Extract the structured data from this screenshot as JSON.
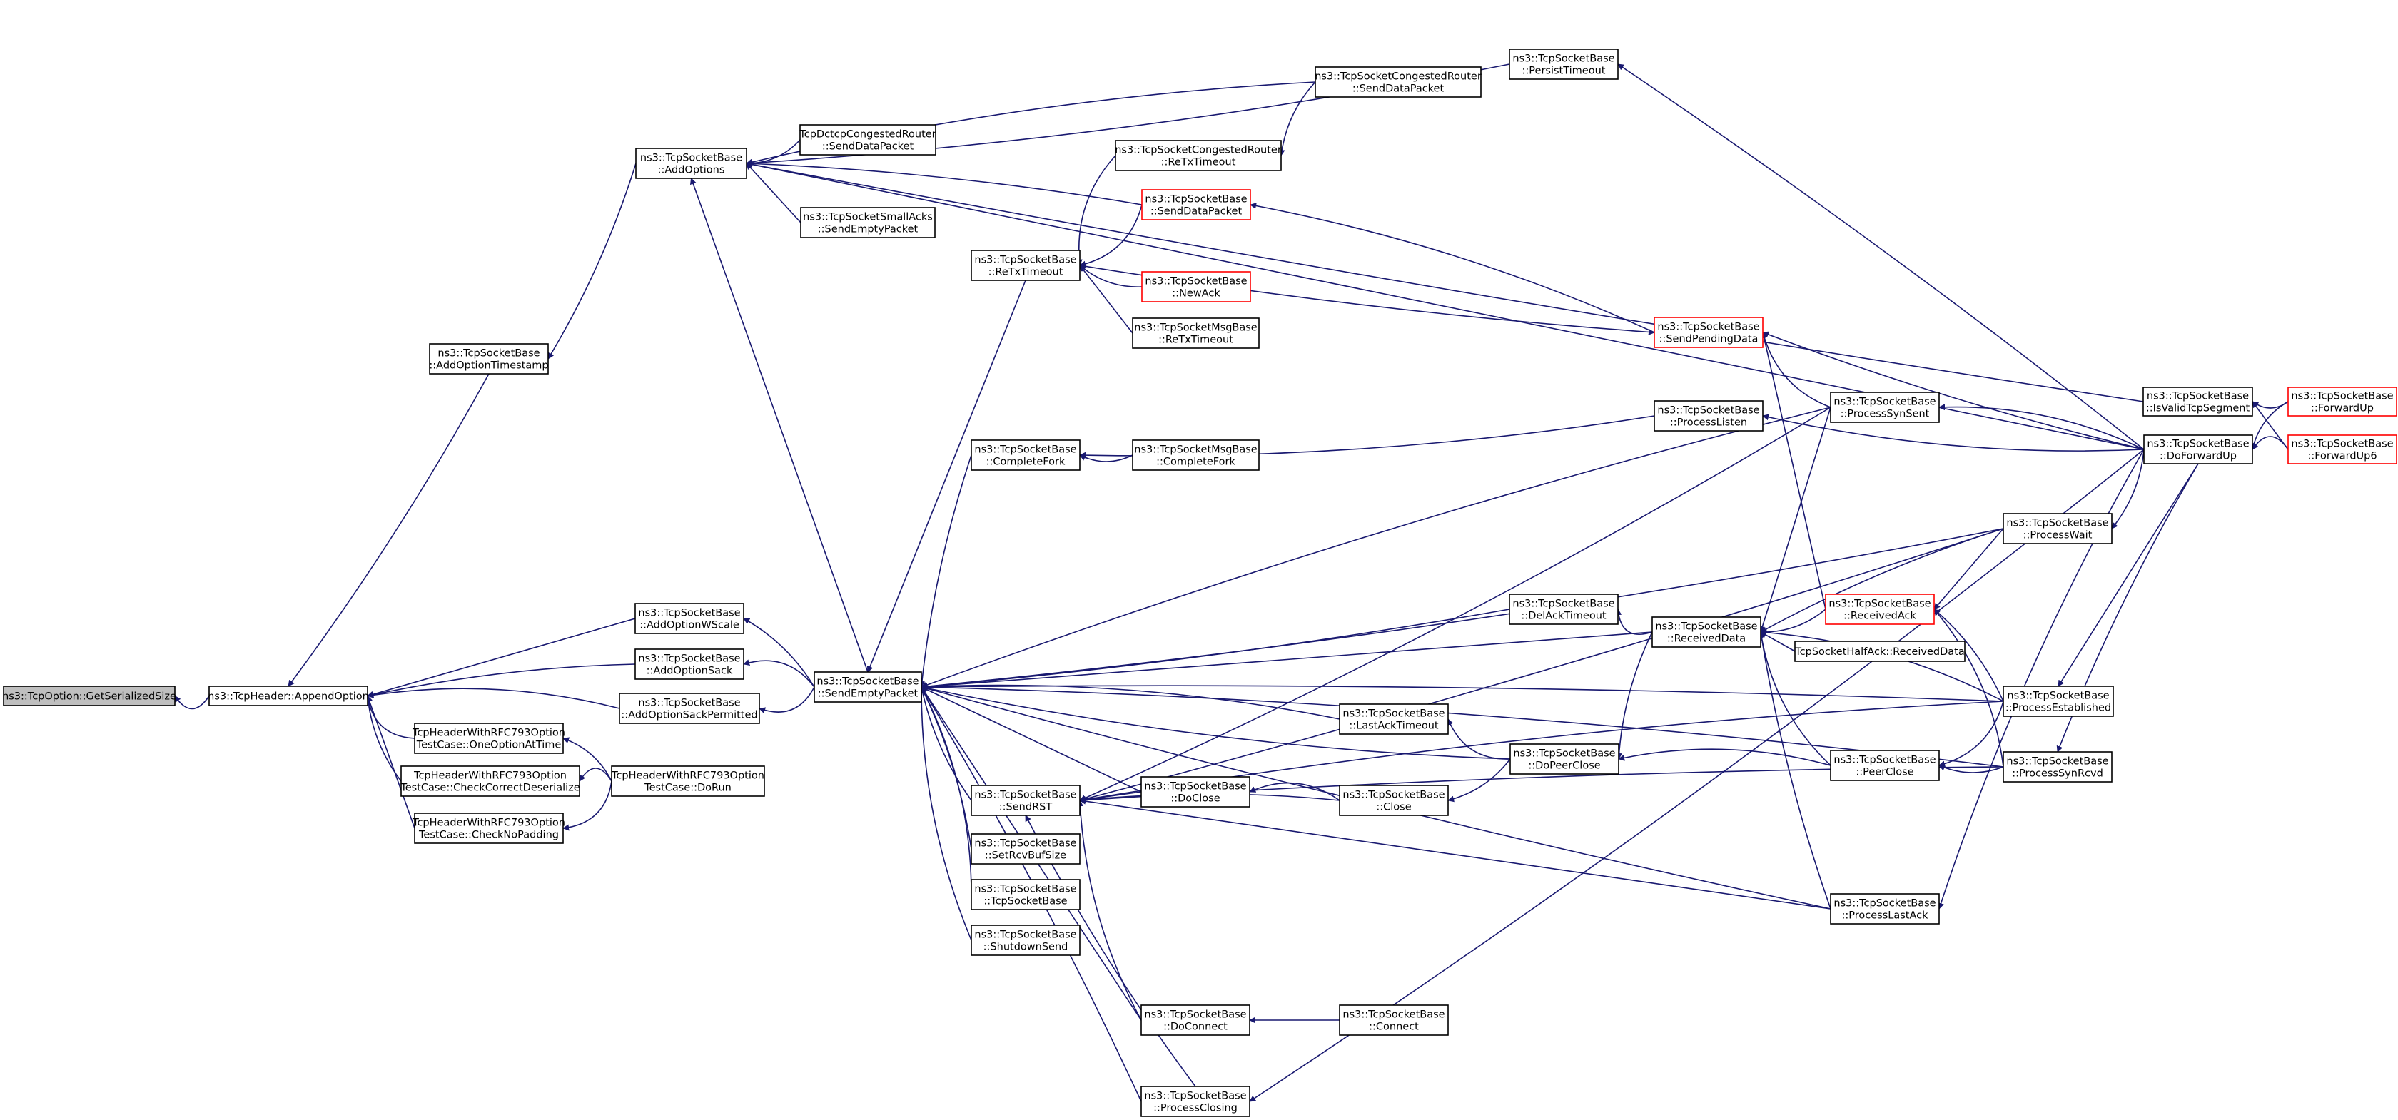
{
  "graph": {
    "title": "Caller graph of ns3::TcpOption::GetSerializedSize",
    "edge_color": "#191970",
    "highlight_border_color": "#ff0000",
    "root_fill_color": "#bfbfbf",
    "nodes": [
      {
        "id": "getserializedsize",
        "lines": [
          "ns3::TcpOption::GetSerializedSize"
        ],
        "style": "root"
      },
      {
        "id": "appendoption",
        "lines": [
          "ns3::TcpHeader::AppendOption"
        ],
        "style": "normal"
      },
      {
        "id": "addoptions",
        "lines": [
          "ns3::TcpSocketBase",
          "::AddOptions"
        ],
        "style": "normal"
      },
      {
        "id": "addoptiontimestamp",
        "lines": [
          "ns3::TcpSocketBase",
          "::AddOptionTimestamp"
        ],
        "style": "normal"
      },
      {
        "id": "addoptionwscale",
        "lines": [
          "ns3::TcpSocketBase",
          "::AddOptionWScale"
        ],
        "style": "normal"
      },
      {
        "id": "addoptionsack",
        "lines": [
          "ns3::TcpSocketBase",
          "::AddOptionSack"
        ],
        "style": "normal"
      },
      {
        "id": "addoptionsackpermitted",
        "lines": [
          "ns3::TcpSocketBase",
          "::AddOptionSackPermitted"
        ],
        "style": "normal"
      },
      {
        "id": "oneoptionattime",
        "lines": [
          "TcpHeaderWithRFC793Option",
          "TestCase::OneOptionAtTime"
        ],
        "style": "normal"
      },
      {
        "id": "checkcorrectdeserialize",
        "lines": [
          "TcpHeaderWithRFC793Option",
          "TestCase::CheckCorrectDeserialize"
        ],
        "style": "normal"
      },
      {
        "id": "checknopadding",
        "lines": [
          "TcpHeaderWithRFC793Option",
          "TestCase::CheckNoPadding"
        ],
        "style": "normal"
      },
      {
        "id": "dorun",
        "lines": [
          "TcpHeaderWithRFC793Option",
          "TestCase::DoRun"
        ],
        "style": "normal"
      },
      {
        "id": "sendemptypacket",
        "lines": [
          "ns3::TcpSocketBase",
          "::SendEmptyPacket"
        ],
        "style": "normal"
      },
      {
        "id": "dctcpsenddatapacket",
        "lines": [
          "TcpDctcpCongestedRouter",
          "::SendDataPacket"
        ],
        "style": "normal"
      },
      {
        "id": "smallackssendemptypacket",
        "lines": [
          "ns3::TcpSocketSmallAcks",
          "::SendEmptyPacket"
        ],
        "style": "normal"
      },
      {
        "id": "retxtimeout",
        "lines": [
          "ns3::TcpSocketBase",
          "::ReTxTimeout"
        ],
        "style": "normal"
      },
      {
        "id": "congretxtimeout",
        "lines": [
          "ns3::TcpSocketCongestedRouter",
          "::ReTxTimeout"
        ],
        "style": "normal"
      },
      {
        "id": "senddatapacket",
        "lines": [
          "ns3::TcpSocketBase",
          "::SendDataPacket"
        ],
        "style": "red"
      },
      {
        "id": "newack",
        "lines": [
          "ns3::TcpSocketBase",
          "::NewAck"
        ],
        "style": "red"
      },
      {
        "id": "msgretxtimeout",
        "lines": [
          "ns3::TcpSocketMsgBase",
          "::ReTxTimeout"
        ],
        "style": "normal"
      },
      {
        "id": "congsenddatapacket",
        "lines": [
          "ns3::TcpSocketCongestedRouter",
          "::SendDataPacket"
        ],
        "style": "normal"
      },
      {
        "id": "persisttimeout",
        "lines": [
          "ns3::TcpSocketBase",
          "::PersistTimeout"
        ],
        "style": "normal"
      },
      {
        "id": "sendpendingdata",
        "lines": [
          "ns3::TcpSocketBase",
          "::SendPendingData"
        ],
        "style": "red"
      },
      {
        "id": "processlisten",
        "lines": [
          "ns3::TcpSocketBase",
          "::ProcessListen"
        ],
        "style": "normal"
      },
      {
        "id": "processsynsent",
        "lines": [
          "ns3::TcpSocketBase",
          "::ProcessSynSent"
        ],
        "style": "normal"
      },
      {
        "id": "completefork",
        "lines": [
          "ns3::TcpSocketBase",
          "::CompleteFork"
        ],
        "style": "normal"
      },
      {
        "id": "msgcompletefork",
        "lines": [
          "ns3::TcpSocketMsgBase",
          "::CompleteFork"
        ],
        "style": "normal"
      },
      {
        "id": "isvalidtcpsegment",
        "lines": [
          "ns3::TcpSocketBase",
          "::IsValidTcpSegment"
        ],
        "style": "normal"
      },
      {
        "id": "doforwardup",
        "lines": [
          "ns3::TcpSocketBase",
          "::DoForwardUp"
        ],
        "style": "normal"
      },
      {
        "id": "forwardup",
        "lines": [
          "ns3::TcpSocketBase",
          "::ForwardUp"
        ],
        "style": "red"
      },
      {
        "id": "forwardup6",
        "lines": [
          "ns3::TcpSocketBase",
          "::ForwardUp6"
        ],
        "style": "red"
      },
      {
        "id": "processwait",
        "lines": [
          "ns3::TcpSocketBase",
          "::ProcessWait"
        ],
        "style": "normal"
      },
      {
        "id": "delacktimeout",
        "lines": [
          "ns3::TcpSocketBase",
          "::DelAckTimeout"
        ],
        "style": "normal"
      },
      {
        "id": "receiveddata",
        "lines": [
          "ns3::TcpSocketBase",
          "::ReceivedData"
        ],
        "style": "normal"
      },
      {
        "id": "receivedack",
        "lines": [
          "ns3::TcpSocketBase",
          "::ReceivedAck"
        ],
        "style": "red"
      },
      {
        "id": "halfackreceiveddata",
        "lines": [
          "TcpSocketHalfAck::ReceivedData"
        ],
        "style": "normal"
      },
      {
        "id": "processestablished",
        "lines": [
          "ns3::TcpSocketBase",
          "::ProcessEstablished"
        ],
        "style": "normal"
      },
      {
        "id": "lastacktimeout",
        "lines": [
          "ns3::TcpSocketBase",
          "::LastAckTimeout"
        ],
        "style": "normal"
      },
      {
        "id": "dopeerclose",
        "lines": [
          "ns3::TcpSocketBase",
          "::DoPeerClose"
        ],
        "style": "normal"
      },
      {
        "id": "peerclose",
        "lines": [
          "ns3::TcpSocketBase",
          "::PeerClose"
        ],
        "style": "normal"
      },
      {
        "id": "processsynrcvd",
        "lines": [
          "ns3::TcpSocketBase",
          "::ProcessSynRcvd"
        ],
        "style": "normal"
      },
      {
        "id": "sendrst",
        "lines": [
          "ns3::TcpSocketBase",
          "::SendRST"
        ],
        "style": "normal"
      },
      {
        "id": "doclose",
        "lines": [
          "ns3::TcpSocketBase",
          "::DoClose"
        ],
        "style": "normal"
      },
      {
        "id": "close",
        "lines": [
          "ns3::TcpSocketBase",
          "::Close"
        ],
        "style": "normal"
      },
      {
        "id": "setrcvbufsize",
        "lines": [
          "ns3::TcpSocketBase",
          "::SetRcvBufSize"
        ],
        "style": "normal"
      },
      {
        "id": "tcpsocketbase",
        "lines": [
          "ns3::TcpSocketBase",
          "::TcpSocketBase"
        ],
        "style": "normal"
      },
      {
        "id": "shutdownsend",
        "lines": [
          "ns3::TcpSocketBase",
          "::ShutdownSend"
        ],
        "style": "normal"
      },
      {
        "id": "processlastack",
        "lines": [
          "ns3::TcpSocketBase",
          "::ProcessLastAck"
        ],
        "style": "normal"
      },
      {
        "id": "doconnect",
        "lines": [
          "ns3::TcpSocketBase",
          "::DoConnect"
        ],
        "style": "normal"
      },
      {
        "id": "connect",
        "lines": [
          "ns3::TcpSocketBase",
          "::Connect"
        ],
        "style": "normal"
      },
      {
        "id": "processclosing",
        "lines": [
          "ns3::TcpSocketBase",
          "::ProcessClosing"
        ],
        "style": "normal"
      }
    ],
    "edges": [
      {
        "from": "appendoption",
        "to": "getserializedsize"
      },
      {
        "from": "addoptiontimestamp",
        "to": "appendoption"
      },
      {
        "from": "addoptionwscale",
        "to": "appendoption"
      },
      {
        "from": "addoptionsack",
        "to": "appendoption"
      },
      {
        "from": "addoptionsackpermitted",
        "to": "appendoption"
      },
      {
        "from": "oneoptionattime",
        "to": "appendoption"
      },
      {
        "from": "checkcorrectdeserialize",
        "to": "appendoption"
      },
      {
        "from": "checknopadding",
        "to": "appendoption"
      },
      {
        "from": "dorun",
        "to": "oneoptionattime"
      },
      {
        "from": "dorun",
        "to": "checkcorrectdeserialize"
      },
      {
        "from": "dorun",
        "to": "checknopadding"
      },
      {
        "from": "addoptions",
        "to": "addoptiontimestamp"
      },
      {
        "from": "sendemptypacket",
        "to": "addoptions"
      },
      {
        "from": "sendemptypacket",
        "to": "addoptionwscale"
      },
      {
        "from": "sendemptypacket",
        "to": "addoptionsack"
      },
      {
        "from": "sendemptypacket",
        "to": "addoptionsackpermitted"
      },
      {
        "from": "dctcpsenddatapacket",
        "to": "addoptions"
      },
      {
        "from": "smallackssendemptypacket",
        "to": "addoptions"
      },
      {
        "from": "senddatapacket",
        "to": "addoptions"
      },
      {
        "from": "congsenddatapacket",
        "to": "addoptions"
      },
      {
        "from": "persisttimeout",
        "to": "addoptions"
      },
      {
        "from": "isvalidtcpsegment",
        "to": "addoptions"
      },
      {
        "from": "doforwardup",
        "to": "addoptions"
      },
      {
        "from": "congsenddatapacket",
        "to": "congretxtimeout"
      },
      {
        "from": "congretxtimeout",
        "to": "retxtimeout"
      },
      {
        "from": "senddatapacket",
        "to": "retxtimeout"
      },
      {
        "from": "newack",
        "to": "retxtimeout"
      },
      {
        "from": "msgretxtimeout",
        "to": "retxtimeout"
      },
      {
        "from": "retxtimeout",
        "to": "sendpendingdata"
      },
      {
        "from": "sendpendingdata",
        "to": "senddatapacket"
      },
      {
        "from": "processsynsent",
        "to": "sendpendingdata"
      },
      {
        "from": "doforwardup",
        "to": "sendpendingdata"
      },
      {
        "from": "receivedack",
        "to": "sendpendingdata"
      },
      {
        "from": "doforwardup",
        "to": "persisttimeout"
      },
      {
        "from": "doforwardup",
        "to": "processsynsent"
      },
      {
        "from": "doforwardup",
        "to": "processlisten"
      },
      {
        "from": "doforwardup",
        "to": "processwait"
      },
      {
        "from": "doforwardup",
        "to": "processestablished"
      },
      {
        "from": "doforwardup",
        "to": "processsynrcvd"
      },
      {
        "from": "doforwardup",
        "to": "processlastack"
      },
      {
        "from": "doforwardup",
        "to": "processclosing"
      },
      {
        "from": "forwardup",
        "to": "isvalidtcpsegment"
      },
      {
        "from": "forwardup6",
        "to": "isvalidtcpsegment"
      },
      {
        "from": "forwardup",
        "to": "doforwardup"
      },
      {
        "from": "forwardup6",
        "to": "doforwardup"
      },
      {
        "from": "processlisten",
        "to": "completefork"
      },
      {
        "from": "msgcompletefork",
        "to": "completefork"
      },
      {
        "from": "retxtimeout",
        "to": "sendemptypacket"
      },
      {
        "from": "completefork",
        "to": "sendemptypacket"
      },
      {
        "from": "processsynsent",
        "to": "sendemptypacket"
      },
      {
        "from": "processwait",
        "to": "sendemptypacket"
      },
      {
        "from": "delacktimeout",
        "to": "sendemptypacket"
      },
      {
        "from": "receiveddata",
        "to": "sendemptypacket"
      },
      {
        "from": "processestablished",
        "to": "sendemptypacket"
      },
      {
        "from": "lastacktimeout",
        "to": "sendemptypacket"
      },
      {
        "from": "dopeerclose",
        "to": "sendemptypacket"
      },
      {
        "from": "sendrst",
        "to": "sendemptypacket"
      },
      {
        "from": "doclose",
        "to": "sendemptypacket"
      },
      {
        "from": "setrcvbufsize",
        "to": "sendemptypacket"
      },
      {
        "from": "tcpsocketbase",
        "to": "sendemptypacket"
      },
      {
        "from": "shutdownsend",
        "to": "sendemptypacket"
      },
      {
        "from": "processlastack",
        "to": "sendemptypacket"
      },
      {
        "from": "doconnect",
        "to": "sendemptypacket"
      },
      {
        "from": "processclosing",
        "to": "sendemptypacket"
      },
      {
        "from": "processsynrcvd",
        "to": "sendemptypacket"
      },
      {
        "from": "receiveddata",
        "to": "delacktimeout"
      },
      {
        "from": "receivedack",
        "to": "receiveddata"
      },
      {
        "from": "halfackreceiveddata",
        "to": "receiveddata"
      },
      {
        "from": "processwait",
        "to": "receiveddata"
      },
      {
        "from": "processestablished",
        "to": "receiveddata"
      },
      {
        "from": "peerclose",
        "to": "receiveddata"
      },
      {
        "from": "processlastack",
        "to": "receiveddata"
      },
      {
        "from": "processsynsent",
        "to": "receiveddata"
      },
      {
        "from": "receiveddata",
        "to": "dopeerclose"
      },
      {
        "from": "peerclose",
        "to": "dopeerclose"
      },
      {
        "from": "dopeerclose",
        "to": "lastacktimeout"
      },
      {
        "from": "dopeerclose",
        "to": "close"
      },
      {
        "from": "processwait",
        "to": "receivedack"
      },
      {
        "from": "processestablished",
        "to": "receivedack"
      },
      {
        "from": "processsynrcvd",
        "to": "receivedack"
      },
      {
        "from": "processestablished",
        "to": "peerclose"
      },
      {
        "from": "processsynrcvd",
        "to": "peerclose"
      },
      {
        "from": "doclose",
        "to": "sendrst"
      },
      {
        "from": "close",
        "to": "sendrst"
      },
      {
        "from": "close",
        "to": "doclose"
      },
      {
        "from": "processsynsent",
        "to": "sendrst"
      },
      {
        "from": "processwait",
        "to": "sendrst"
      },
      {
        "from": "processlastack",
        "to": "sendrst"
      },
      {
        "from": "processsynrcvd",
        "to": "sendrst"
      },
      {
        "from": "processestablished",
        "to": "sendrst"
      },
      {
        "from": "doconnect",
        "to": "sendrst"
      },
      {
        "from": "processclosing",
        "to": "sendrst"
      },
      {
        "from": "connect",
        "to": "doconnect"
      }
    ]
  }
}
